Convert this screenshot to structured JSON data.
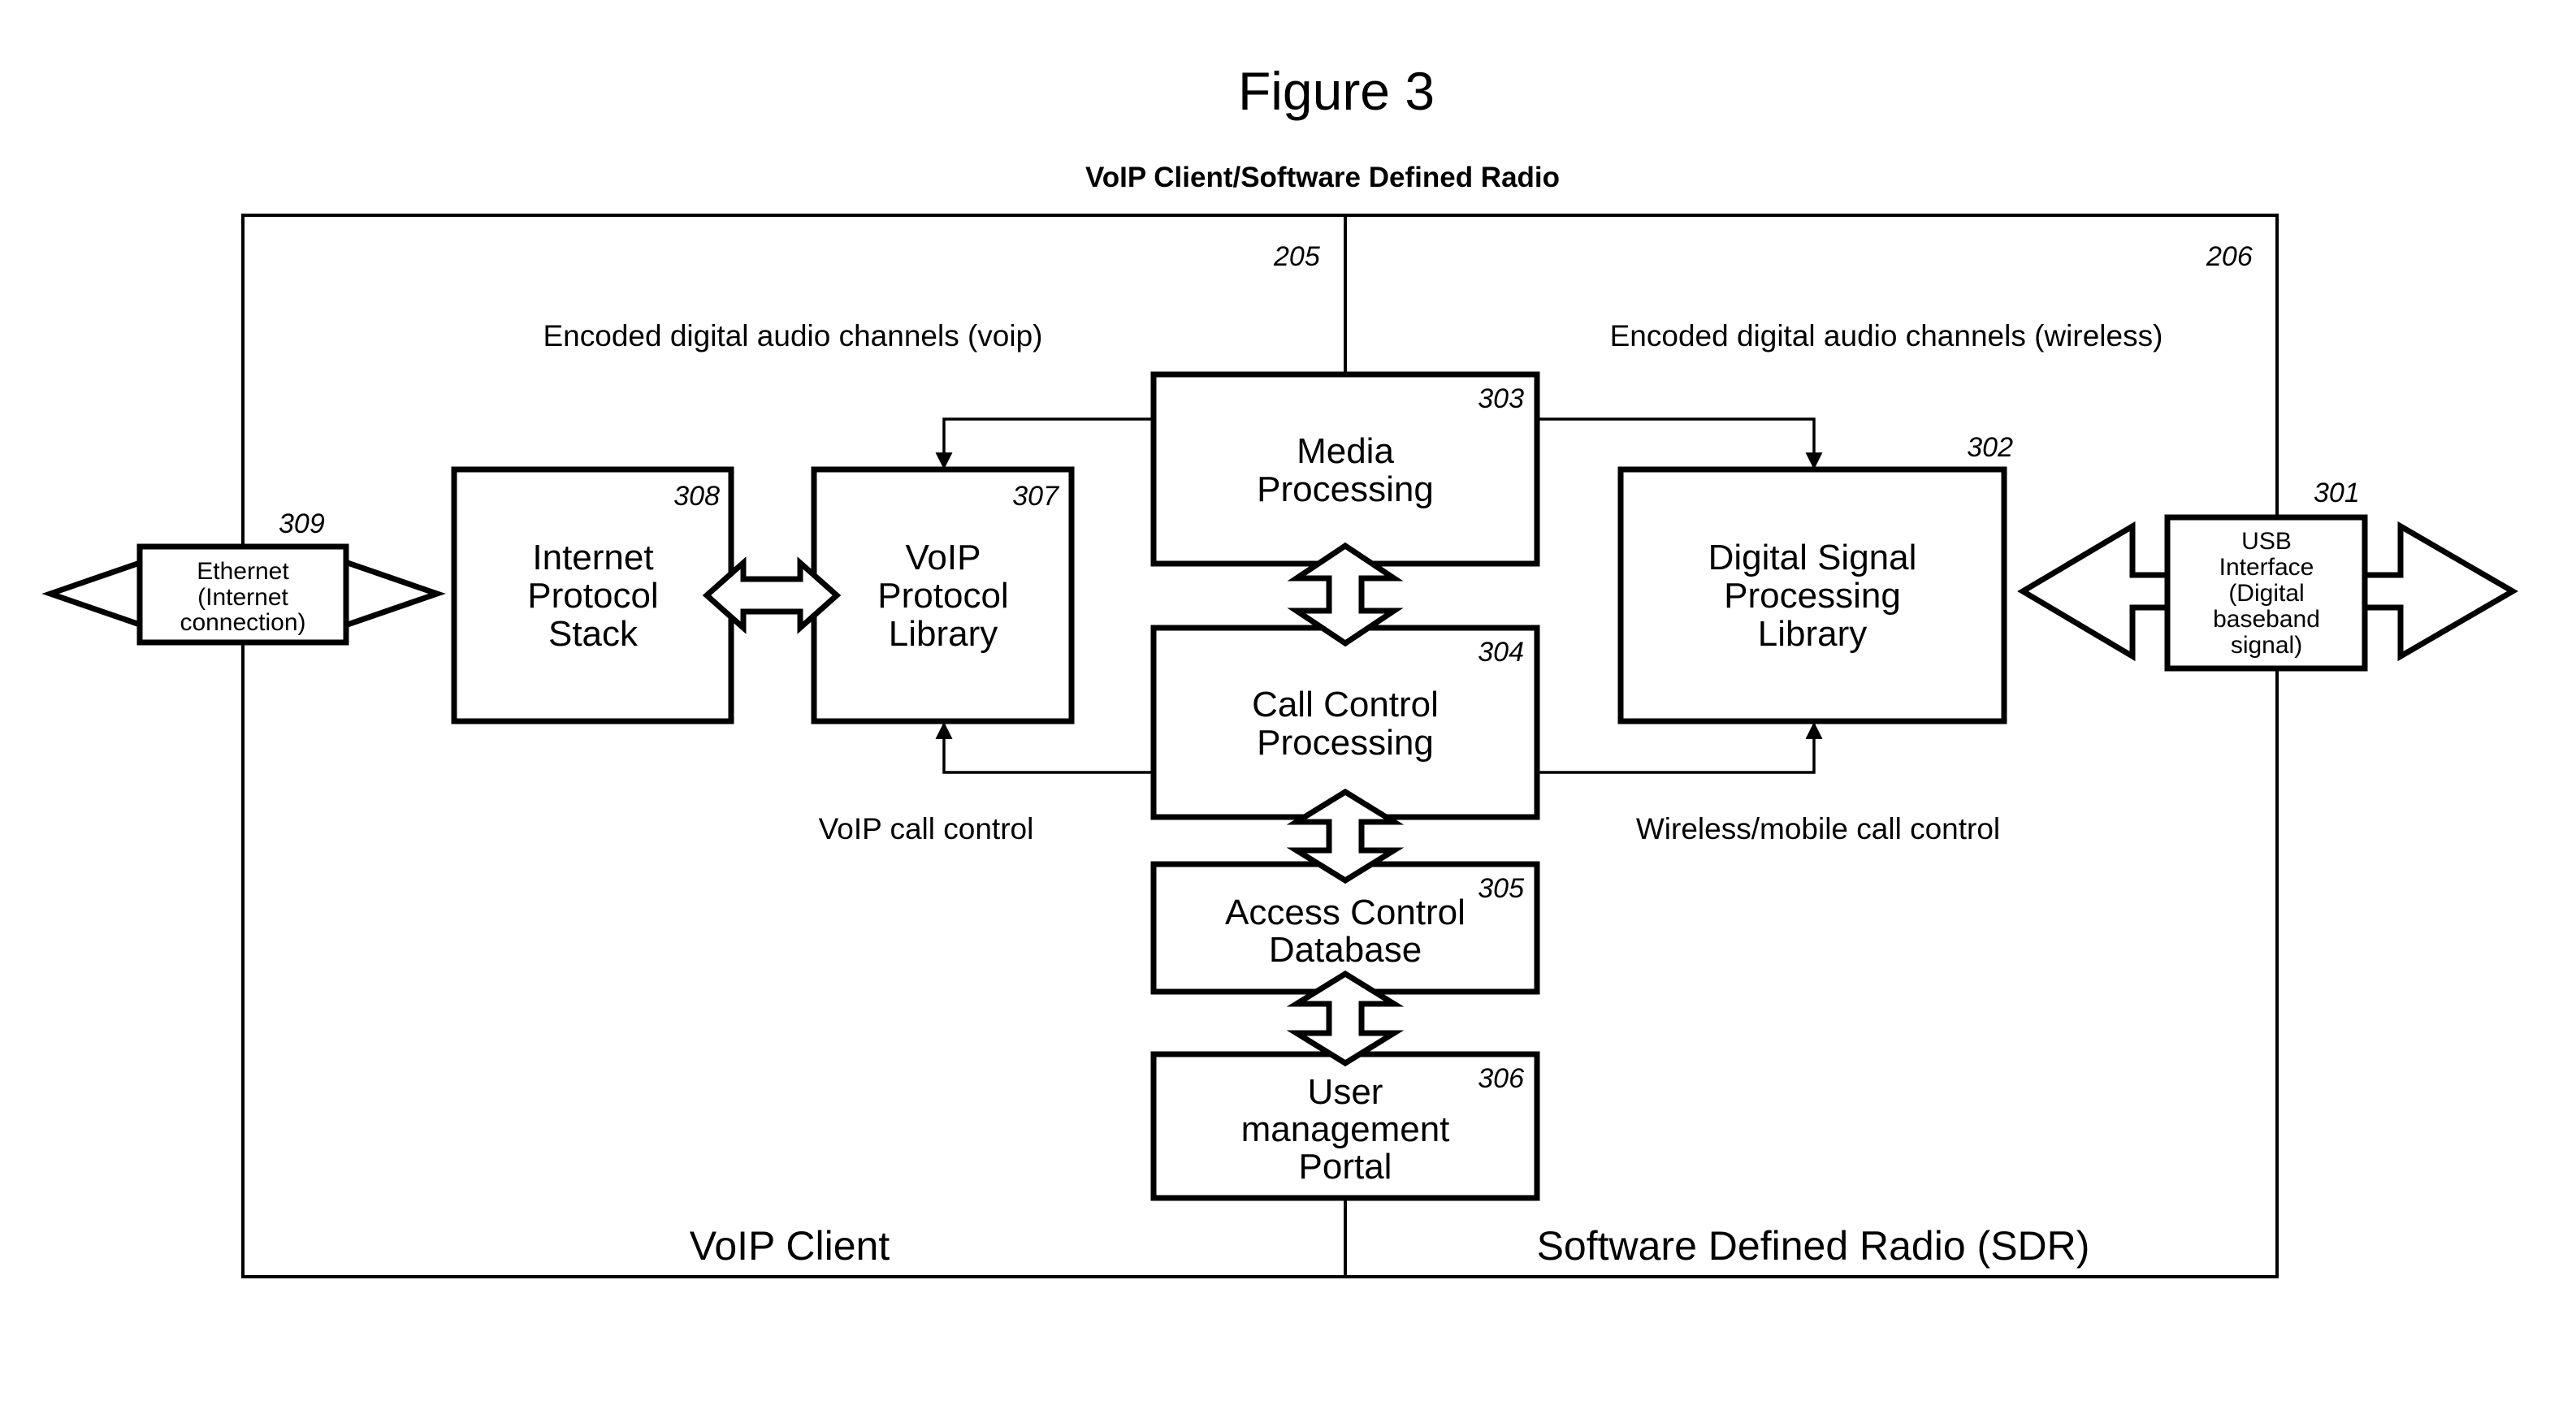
{
  "figure_title": "Figure 3",
  "subtitle": "VoIP Client/Software Defined Radio",
  "sections": {
    "left": {
      "ref": "205",
      "label": "VoIP Client"
    },
    "right": {
      "ref": "206",
      "label": "Software Defined Radio (SDR)"
    }
  },
  "connection_labels": {
    "voip_audio": "Encoded digital audio channels (voip)",
    "wireless_audio": "Encoded digital audio channels (wireless)",
    "voip_control": "VoIP call control",
    "wireless_control": "Wireless/mobile call control"
  },
  "blocks": {
    "media": {
      "ref": "303",
      "lines": [
        "Media",
        "Processing"
      ]
    },
    "call_control": {
      "ref": "304",
      "lines": [
        "Call Control",
        "Processing"
      ]
    },
    "access": {
      "ref": "305",
      "lines": [
        "Access Control",
        "Database"
      ]
    },
    "user_mgmt": {
      "ref": "306",
      "lines": [
        "User",
        "management",
        "Portal"
      ]
    },
    "voip_lib": {
      "ref": "307",
      "lines": [
        "VoIP",
        "Protocol",
        "Library"
      ]
    },
    "ip_stack": {
      "ref": "308",
      "lines": [
        "Internet",
        "Protocol",
        "Stack"
      ]
    },
    "dsp": {
      "ref": "302",
      "lines": [
        "Digital Signal",
        "Processing",
        "Library"
      ]
    }
  },
  "interfaces": {
    "ethernet": {
      "ref": "309",
      "lines": [
        "Ethernet",
        "(Internet",
        "connection)"
      ]
    },
    "usb": {
      "ref": "301",
      "lines": [
        "USB",
        "Interface",
        "(Digital",
        "baseband",
        "signal)"
      ]
    }
  }
}
